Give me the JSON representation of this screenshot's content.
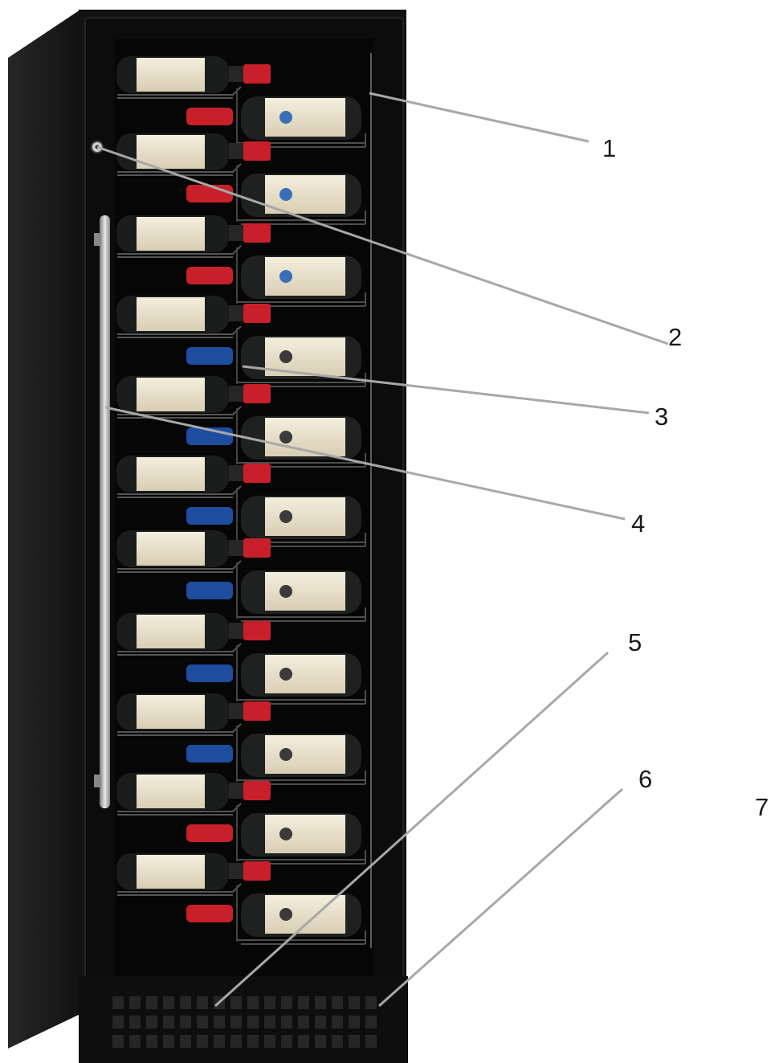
{
  "figure": {
    "subject": "wine-cabinet",
    "callouts": [
      {
        "label": "1",
        "part": "glass-door-frame"
      },
      {
        "label": "2",
        "part": "door-lock"
      },
      {
        "label": "3",
        "part": "bottle-shelf"
      },
      {
        "label": "4",
        "part": "door-handle"
      },
      {
        "label": "5",
        "part": "front-vent-grille"
      },
      {
        "label": "6",
        "part": "base-plinth"
      },
      {
        "label": "7",
        "part": "unreferenced"
      }
    ]
  },
  "colors": {
    "cabinet_body": "#111111",
    "cabinet_side": "#1c1c1c",
    "interior": "#060606",
    "handle": "#b9b9b9",
    "cap_red": "#c8202a",
    "cap_blue": "#1e4da0",
    "label_cream": "#ece4cf",
    "leader_line": "#a8a8a8"
  }
}
